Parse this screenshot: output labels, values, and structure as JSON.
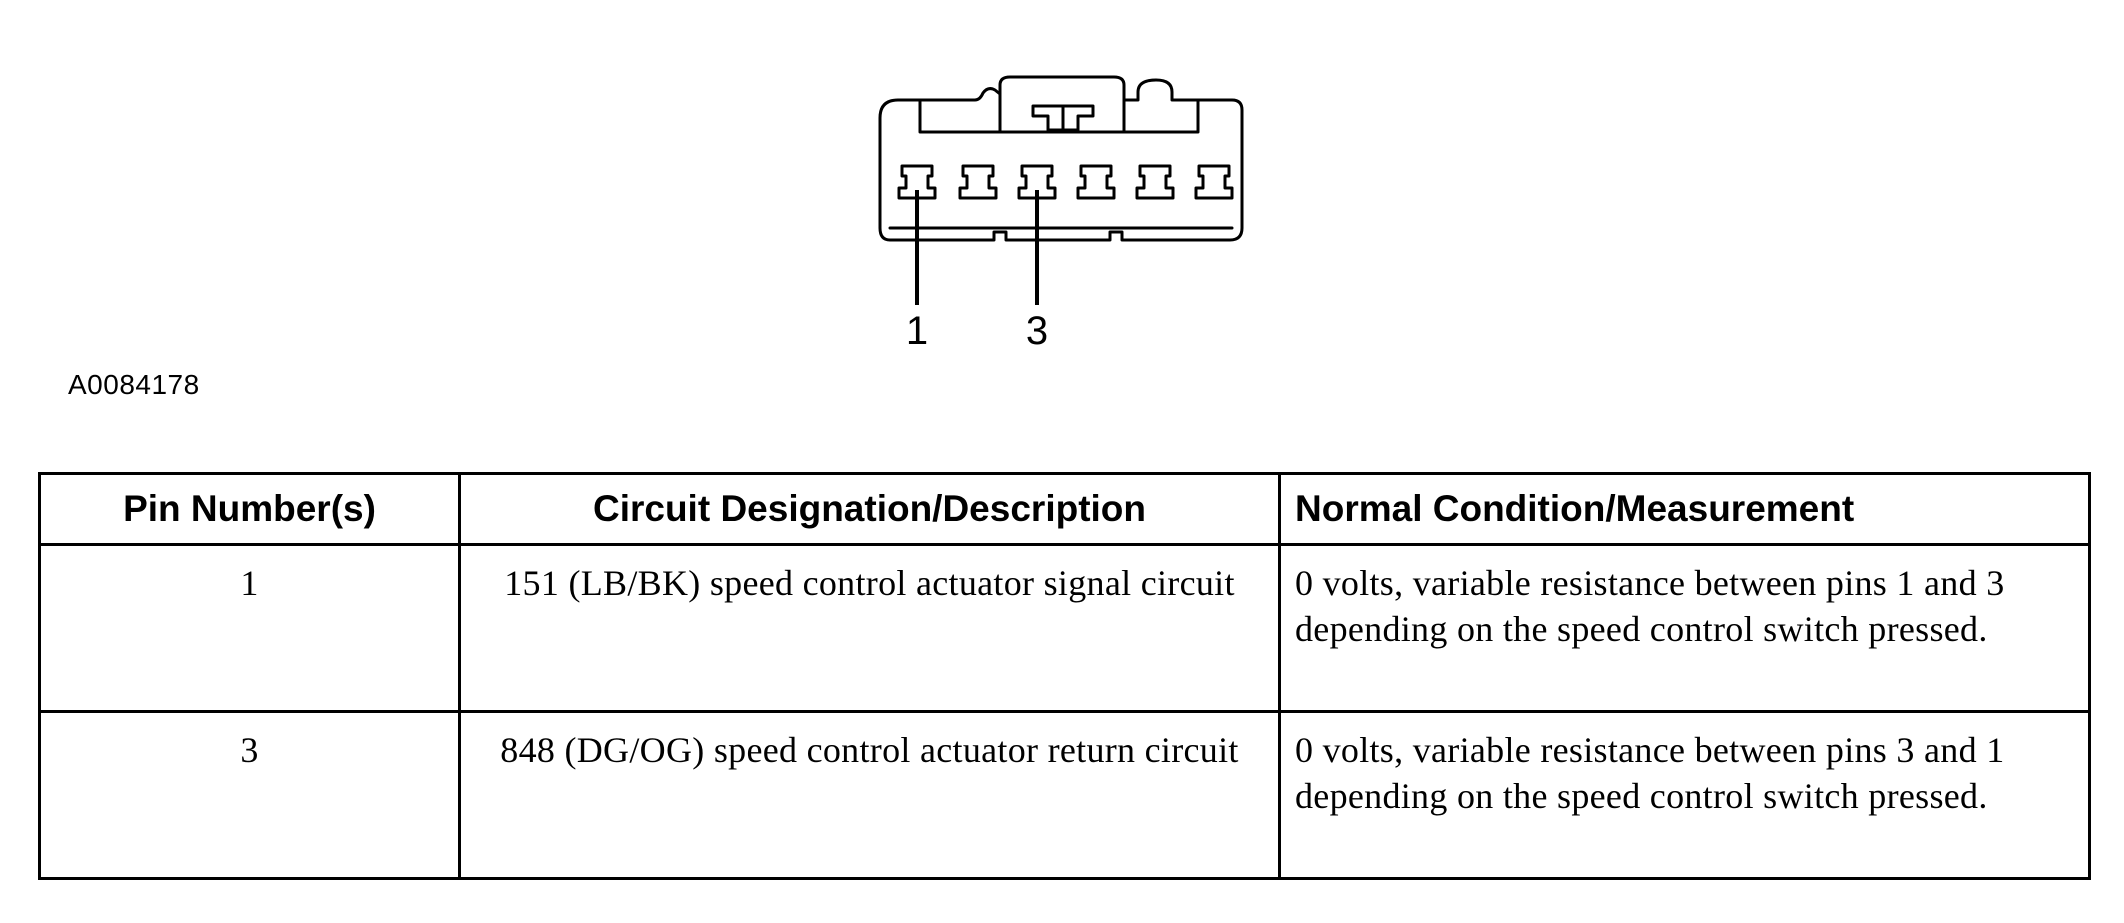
{
  "figure": {
    "id": "A0084178",
    "pin_callouts": [
      {
        "pin": "1"
      },
      {
        "pin": "3"
      }
    ]
  },
  "table": {
    "headers": {
      "pin": "Pin Number(s)",
      "circuit": "Circuit Designation/Description",
      "normal": "Normal Condition/Measurement"
    },
    "rows": [
      {
        "pin": "1",
        "circuit": "151 (LB/BK) speed control actuator signal circuit",
        "normal": "0 volts, variable resistance between pins 1 and 3 depending on the speed control switch pressed."
      },
      {
        "pin": "3",
        "circuit": "848 (DG/OG) speed control actuator return circuit",
        "normal": "0 volts, variable resistance between pins 3 and 1 depending on the speed control switch pressed."
      }
    ]
  }
}
